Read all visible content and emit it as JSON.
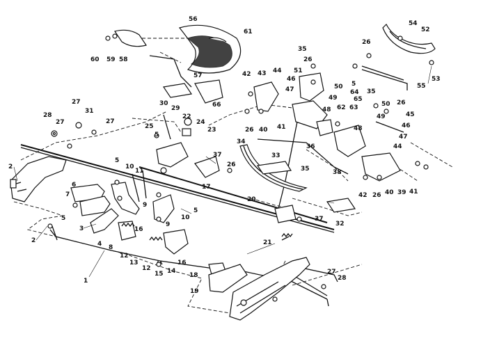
{
  "labels": {
    "p1": "1",
    "p2a": "2",
    "p2b": "2",
    "p3": "3",
    "p4": "4",
    "p5a": "5",
    "p5b": "5",
    "p5c": "5",
    "p5d": "5",
    "p5e": "5",
    "p6": "6",
    "p7": "7",
    "p8": "8",
    "p9a": "9",
    "p9b": "9",
    "p10a": "10",
    "p10b": "10",
    "p11": "11",
    "p12a": "12",
    "p12b": "12",
    "p13": "13",
    "p14": "14",
    "p15": "15",
    "p16a": "16",
    "p16b": "16",
    "p17": "17",
    "p18": "18",
    "p19": "19",
    "p20": "20",
    "p21": "21",
    "p22": "22",
    "p23": "23",
    "p24": "24",
    "p25": "25",
    "p26a": "26",
    "p26b": "26",
    "p26c": "26",
    "p26d": "26",
    "p26e": "26",
    "p26f": "26",
    "p27a": "27",
    "p27b": "27",
    "p27c": "27",
    "p27d": "27",
    "p28a": "28",
    "p28b": "28",
    "p29": "29",
    "p30": "30",
    "p31": "31",
    "p32": "32",
    "p33": "33",
    "p34": "34",
    "p35a": "35",
    "p35b": "35",
    "p35c": "35",
    "p36": "36",
    "p37a": "37",
    "p37b": "37",
    "p38": "38",
    "p39": "39",
    "p40a": "40",
    "p40b": "40",
    "p41a": "41",
    "p41b": "41",
    "p42a": "42",
    "p42b": "42",
    "p43": "43",
    "p44a": "44",
    "p44b": "44",
    "p45": "45",
    "p46a": "46",
    "p46b": "46",
    "p47a": "47",
    "p47b": "47",
    "p48a": "48",
    "p48b": "48",
    "p49a": "49",
    "p49b": "49",
    "p50a": "50",
    "p50b": "50",
    "p51": "51",
    "p52": "52",
    "p53": "53",
    "p54": "54",
    "p55": "55",
    "p56": "56",
    "p57": "57",
    "p58": "58",
    "p59": "59",
    "p60": "60",
    "p61": "61",
    "p62": "62",
    "p63": "63",
    "p64": "64",
    "p65": "65",
    "p66": "66"
  }
}
